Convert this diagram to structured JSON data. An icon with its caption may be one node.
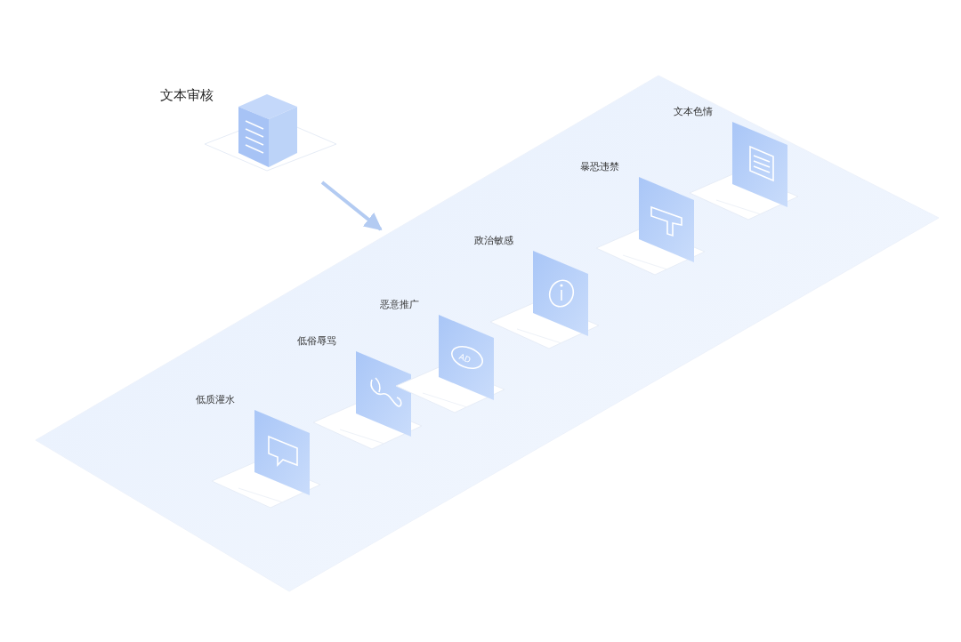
{
  "diagram": {
    "nodes": [
      {
        "text": [
          "文本审核"
        ]
      },
      {
        "text": [],
        "shape": "box"
      },
      {
        "text": [
          "低质灌水"
        ],
        "in": 1
      },
      {
        "text": [
          "低俗辱骂"
        ],
        "in": 1
      },
      {
        "text": [
          "恶意推广"
        ],
        "in": 1
      },
      {
        "text": [
          "政治敏感"
        ],
        "in": 1
      },
      {
        "text": [
          "暴恐违禁"
        ],
        "in": 1
      },
      {
        "text": [
          "文本色情"
        ],
        "in": 1
      }
    ],
    "edges": [
      {
        "from": 0,
        "to": 1,
        "arrow": "to"
      }
    ],
    "labels": [
      "AD"
    ]
  }
}
